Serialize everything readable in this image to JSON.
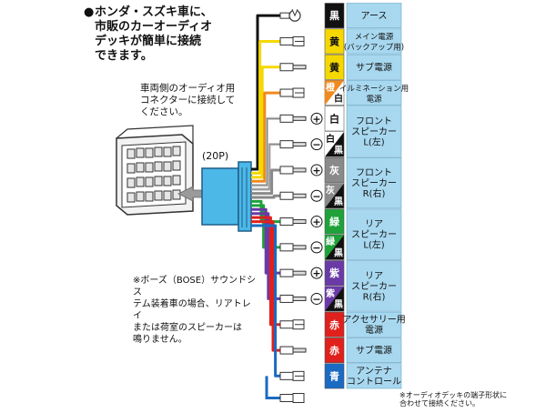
{
  "intro_text": {
    "bullet": "●",
    "lines": [
      "ホンダ・スズキ車に、",
      "市販のカーオーディオ",
      "デッキが簡単に接続",
      "できます。"
    ]
  },
  "vehicle_note": {
    "lines": [
      "車両側のオーディオ用",
      "コネクターに接続して",
      "ください。"
    ]
  },
  "connector_label": "(20P)",
  "bose_note": {
    "lines": [
      "※ボーズ（BOSE）サウンドシス",
      "テム装着車の場合、リアトレイ",
      "または荷室のスピーカーは",
      "鳴りません。"
    ]
  },
  "bottom_note": {
    "lines": [
      "※オーディオデッキの端子形状に",
      "合わせて接続ください。"
    ]
  },
  "wires": [
    {
      "id": "ground",
      "chip": {
        "text": "黒",
        "fill": "#111111",
        "text_color": "#ffffff"
      },
      "wire_colors": [
        "#111111"
      ],
      "terminal": "ring",
      "polarity": "",
      "label_lines": [
        "アース"
      ],
      "label_bg": "#a8d8f0"
    },
    {
      "id": "main-power",
      "chip": {
        "text": "黄",
        "fill": "#f5d800",
        "text_color": "#111111"
      },
      "wire_colors": [
        "#f5d800"
      ],
      "terminal": "female",
      "polarity": "",
      "label_lines": [
        "メイン電源",
        "(バックアップ用)"
      ],
      "label_bg": "#a8d8f0"
    },
    {
      "id": "sub-power-yellow",
      "chip": {
        "text": "黄",
        "fill": "#f5d800",
        "text_color": "#111111"
      },
      "wire_colors": [
        "#f5d800"
      ],
      "terminal": "male",
      "polarity": "",
      "label_lines": [
        "サブ電源"
      ],
      "label_bg": "#a8d8f0"
    },
    {
      "id": "illumination",
      "chip": {
        "text": "橙",
        "text2": "白",
        "fill": "#f08a1c",
        "fill2": "#ffffff",
        "text_color": "#ffffff",
        "text2_color": "#111111"
      },
      "wire_colors": [
        "#f08a1c"
      ],
      "terminal": "female",
      "polarity": "",
      "label_lines": [
        "イルミネーション用",
        "電源"
      ],
      "label_bg": "#a8d8f0"
    },
    {
      "id": "front-left-plus",
      "chip": {
        "text": "白",
        "fill": "#ffffff",
        "text_color": "#111111"
      },
      "wire_colors": [
        "#bbbbbb"
      ],
      "terminal": "male",
      "polarity": "+",
      "label_lines": [
        "フロント",
        "スピーカー",
        "L(左)"
      ],
      "label_bg": "#a8d8f0"
    },
    {
      "id": "front-left-minus",
      "chip": {
        "text": "白",
        "text2": "黒",
        "fill": "#ffffff",
        "fill2": "#111111",
        "text_color": "#111111",
        "text2_color": "#ffffff"
      },
      "wire_colors": [
        "#bbbbbb"
      ],
      "terminal": "male",
      "polarity": "−",
      "label_lines": [],
      "label_bg": "#a8d8f0"
    },
    {
      "id": "front-right-plus",
      "chip": {
        "text": "灰",
        "fill": "#8a8a8a",
        "text_color": "#ffffff"
      },
      "wire_colors": [
        "#8a8a8a"
      ],
      "terminal": "male",
      "polarity": "+",
      "label_lines": [
        "フロント",
        "スピーカー",
        "R(右)"
      ],
      "label_bg": "#a8d8f0"
    },
    {
      "id": "front-right-minus",
      "chip": {
        "text": "灰",
        "text2": "黒",
        "fill": "#8a8a8a",
        "fill2": "#111111",
        "text_color": "#ffffff",
        "text2_color": "#ffffff"
      },
      "wire_colors": [
        "#8a8a8a"
      ],
      "terminal": "male",
      "polarity": "−",
      "label_lines": [],
      "label_bg": "#a8d8f0"
    },
    {
      "id": "rear-left-plus",
      "chip": {
        "text": "緑",
        "fill": "#1fa23a",
        "text_color": "#ffffff"
      },
      "wire_colors": [
        "#1fa23a"
      ],
      "terminal": "male",
      "polarity": "+",
      "label_lines": [
        "リア",
        "スピーカー",
        "L(左)"
      ],
      "label_bg": "#a8d8f0"
    },
    {
      "id": "rear-left-minus",
      "chip": {
        "text": "緑",
        "text2": "黒",
        "fill": "#1fa23a",
        "fill2": "#111111",
        "text_color": "#ffffff",
        "text2_color": "#ffffff"
      },
      "wire_colors": [
        "#1fa23a"
      ],
      "terminal": "male",
      "polarity": "−",
      "label_lines": [],
      "label_bg": "#a8d8f0"
    },
    {
      "id": "rear-right-plus",
      "chip": {
        "text": "紫",
        "fill": "#6a3aa6",
        "text_color": "#ffffff"
      },
      "wire_colors": [
        "#6a3aa6"
      ],
      "terminal": "male",
      "polarity": "+",
      "label_lines": [
        "リア",
        "スピーカー",
        "R(右)"
      ],
      "label_bg": "#a8d8f0"
    },
    {
      "id": "rear-right-minus",
      "chip": {
        "text": "紫",
        "text2": "黒",
        "fill": "#6a3aa6",
        "fill2": "#111111",
        "text_color": "#ffffff",
        "text2_color": "#ffffff"
      },
      "wire_colors": [
        "#6a3aa6"
      ],
      "terminal": "male",
      "polarity": "−",
      "label_lines": [],
      "label_bg": "#a8d8f0"
    },
    {
      "id": "accessory",
      "chip": {
        "text": "赤",
        "fill": "#e0201c",
        "text_color": "#ffffff"
      },
      "wire_colors": [
        "#e0201c"
      ],
      "terminal": "female",
      "polarity": "",
      "label_lines": [
        "アクセサリー用",
        "電源"
      ],
      "label_bg": "#a8d8f0"
    },
    {
      "id": "sub-power-red",
      "chip": {
        "text": "赤",
        "fill": "#e0201c",
        "text_color": "#ffffff"
      },
      "wire_colors": [
        "#e0201c"
      ],
      "terminal": "male",
      "polarity": "",
      "label_lines": [
        "サブ電源"
      ],
      "label_bg": "#a8d8f0"
    },
    {
      "id": "antenna-control",
      "chip": {
        "text": "青",
        "fill": "#1a6bc2",
        "text_color": "#ffffff"
      },
      "wire_colors": [
        "#1a6bc2"
      ],
      "terminal": "female",
      "polarity": "",
      "label_lines": [
        "アンテナ",
        "コントロール"
      ],
      "label_bg": "#a8d8f0"
    }
  ]
}
